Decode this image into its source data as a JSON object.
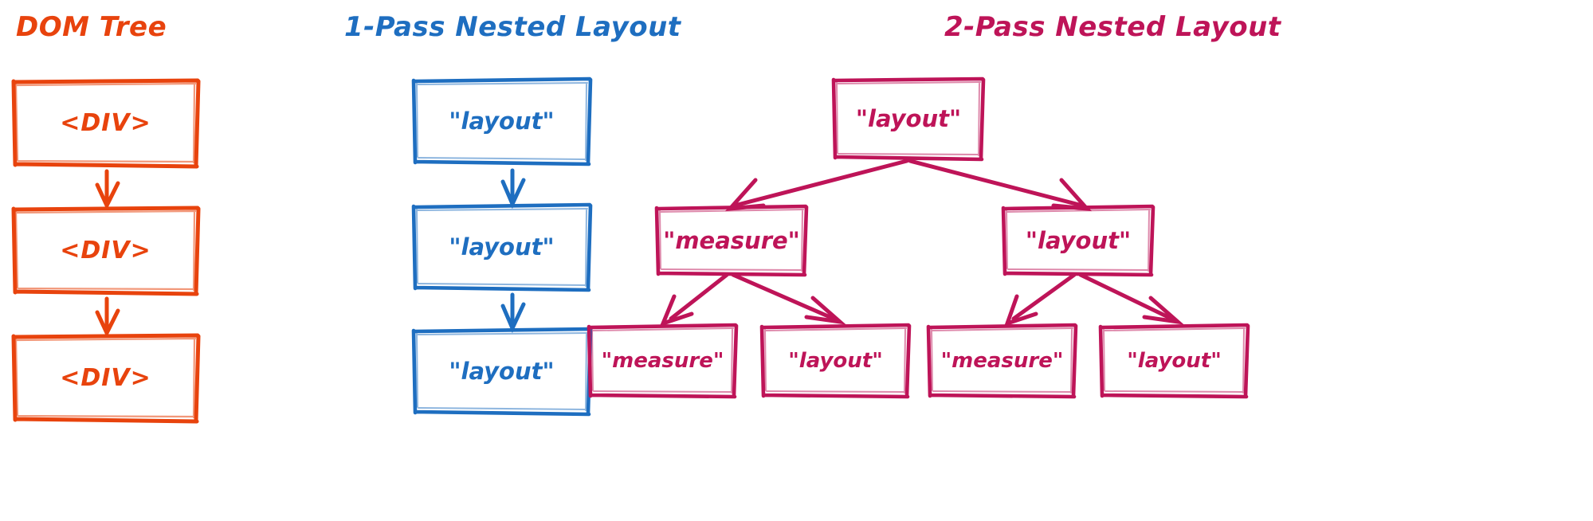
{
  "diagram": {
    "title_dom": "DOM Tree",
    "title_onepass": "1-Pass Nested Layout",
    "title_twopass": "2-Pass Nested Layout",
    "colors": {
      "dom": "#E8430D",
      "onepass": "#1E6EC0",
      "twopass": "#BE1458",
      "background": "#ffffff"
    }
  },
  "dom_tree": {
    "nodes": [
      {
        "label": "<DIV>"
      },
      {
        "label": "<DIV>"
      },
      {
        "label": "<DIV>"
      }
    ],
    "edges": [
      "0->1",
      "1->2"
    ]
  },
  "one_pass": {
    "nodes": [
      {
        "label": "\"layout\""
      },
      {
        "label": "\"layout\""
      },
      {
        "label": "\"layout\""
      }
    ],
    "edges": [
      "0->1",
      "1->2"
    ]
  },
  "two_pass": {
    "root": {
      "label": "\"layout\""
    },
    "level2": [
      {
        "label": "\"measure\""
      },
      {
        "label": "\"layout\""
      }
    ],
    "level3": [
      {
        "label": "\"measure\""
      },
      {
        "label": "\"layout\""
      },
      {
        "label": "\"measure\""
      },
      {
        "label": "\"layout\""
      }
    ],
    "edges": [
      "root->level2.0",
      "root->level2.1",
      "level2.0->level3.0",
      "level2.0->level3.1",
      "level2.1->level3.2",
      "level2.1->level3.3"
    ]
  }
}
